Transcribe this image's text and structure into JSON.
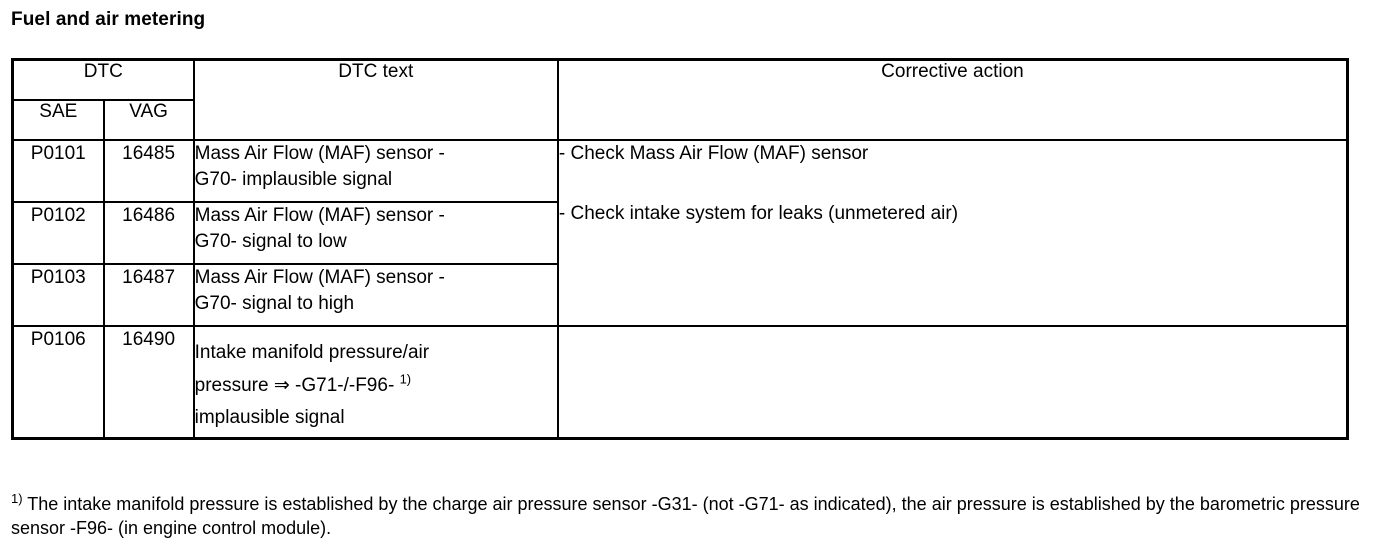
{
  "document": {
    "section_title": "Fuel and air metering"
  },
  "table": {
    "headers": {
      "group_dtc": "DTC",
      "sub_sae": "SAE",
      "sub_vag": "VAG",
      "dtc_text": "DTC text",
      "corrective_action": "Corrective action"
    },
    "rows": [
      {
        "sae": "P0101",
        "vag": "16485",
        "dtc_text_lines": [
          "Mass Air Flow (MAF) sensor -",
          "G70- implausible signal"
        ]
      },
      {
        "sae": "P0102",
        "vag": "16486",
        "dtc_text_lines": [
          "Mass Air Flow (MAF) sensor -",
          "G70- signal to low"
        ]
      },
      {
        "sae": "P0103",
        "vag": "16487",
        "dtc_text_lines": [
          "Mass Air Flow (MAF) sensor -",
          "G70- signal to high"
        ]
      },
      {
        "sae": "P0106",
        "vag": "16490",
        "dtc_text_lines": [
          "Intake manifold pressure/air",
          "pressure ⇒ -G71-/-F96- 1)",
          "implausible signal"
        ],
        "dtc_text_part_a": "Intake manifold pressure/air",
        "dtc_text_part_b_pre": "pressure ",
        "dtc_text_arrow": "⇒",
        "dtc_text_part_b_post": " -G71-/-F96-",
        "dtc_text_footnote_marker": "1)",
        "dtc_text_part_c": "implausible signal"
      }
    ],
    "corrective_action_merged": {
      "items": [
        "- Check Mass Air Flow (MAF) sensor",
        "- Check intake system for leaks (unmetered air)"
      ]
    },
    "corrective_action_last": ""
  },
  "footnote": {
    "marker": "1)",
    "text": "The intake manifold pressure is established by the charge air pressure sensor -G31- (not -G71- as indicated), the air pressure is established by the barometric pressure sensor -F96- (in engine control module)."
  }
}
